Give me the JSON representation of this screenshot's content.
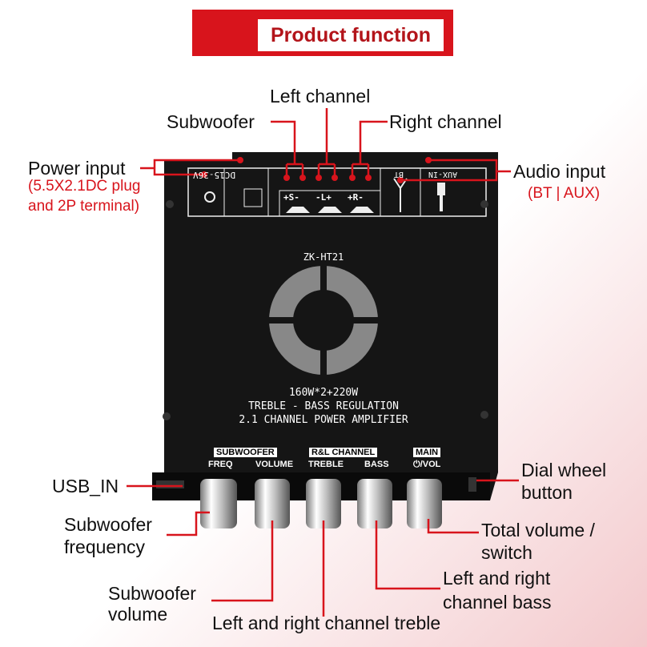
{
  "title": "Product function",
  "callouts": {
    "left_channel": "Left channel",
    "subwoofer": "Subwoofer",
    "right_channel": "Right channel",
    "power_input": "Power input",
    "power_input_note1": "(5.5X2.1DC plug",
    "power_input_note2": "and 2P terminal)",
    "audio_input": "Audio input",
    "audio_input_note": "(BT | AUX)",
    "usb_in": "USB_IN",
    "dial_1": "Dial wheel",
    "dial_2": "button",
    "sub_freq_1": "Subwoofer",
    "sub_freq_2": "frequency",
    "total_vol_1": "Total volume /",
    "total_vol_2": "switch",
    "bass_1": "Left and right",
    "bass_2": "channel bass",
    "sub_vol_1": "Subwoofer",
    "sub_vol_2": "volume",
    "treble": "Left and right channel treble"
  },
  "board": {
    "model": "ZK-HT21",
    "power_label": "DC15-36V",
    "bt": "BT",
    "aux": "AUX-IN",
    "spk_s": "+S-",
    "spk_l": "-L+",
    "spk_r": "+R-",
    "line1": "160W*2+220W",
    "line2": "TREBLE - BASS REGULATION",
    "line3": "2.1 CHANNEL POWER AMPLIFIER",
    "group_sub": "SUBWOOFER",
    "group_rl": "R&L CHANNEL",
    "group_main": "MAIN",
    "knob_freq": "FREQ",
    "knob_volume": "VOLUME",
    "knob_treble": "TREBLE",
    "knob_bass": "BASS",
    "knob_vol": "⏻/VOL"
  },
  "colors": {
    "accent": "#d8141c",
    "board": "#111111"
  }
}
